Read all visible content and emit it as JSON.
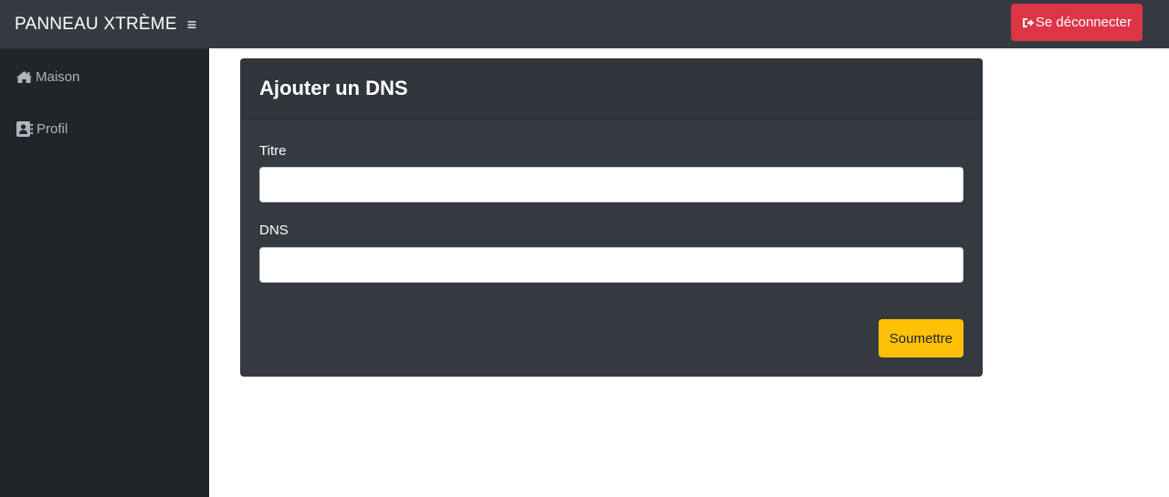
{
  "header": {
    "brand": "PANNEAU XTRÈME",
    "menu_glyph": "≡",
    "logout_label": "Se déconnecter"
  },
  "sidebar": {
    "items": [
      {
        "label": "Maison",
        "icon": "home-icon"
      },
      {
        "label": "Profil",
        "icon": "contact-card-icon"
      }
    ]
  },
  "form": {
    "title": "Ajouter un DNS",
    "fields": [
      {
        "label": "Titre",
        "value": ""
      },
      {
        "label": "DNS",
        "value": ""
      }
    ],
    "submit_label": "Soumettre"
  },
  "colors": {
    "topbar": "#343a40",
    "sidebar": "#212529",
    "card": "#343a40",
    "danger": "#dc3545",
    "warning": "#ffc107"
  }
}
